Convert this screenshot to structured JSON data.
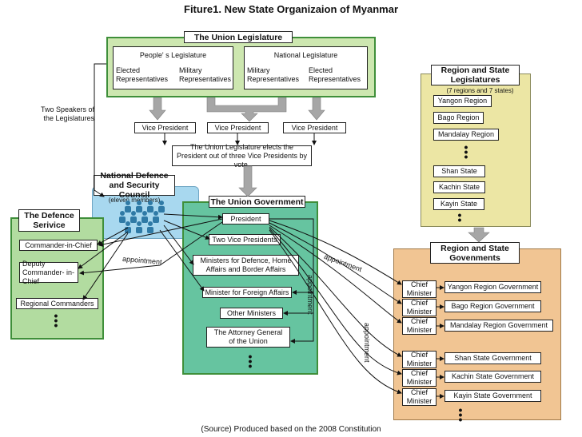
{
  "title": "Fiture1. New State Organizaion of Myanmar",
  "source": "(Source) Produced based on the 2008 Constitution",
  "union_legislature": {
    "title": "The Union Legislature",
    "peoples": {
      "title": "People' s Legislature",
      "elected": "Elected Representatives",
      "military": "Military Representatives"
    },
    "national": {
      "title": "National Legislature",
      "military": "Military Representatives",
      "elected": "Elected Representatives"
    }
  },
  "speakers_label": "Two Speakers of the Legislatures",
  "vice_presidents": [
    "Vice President",
    "Vice President",
    "Vice President"
  ],
  "election_note": "The Union Legislature elects the President out of three Vice Presidents by vote.",
  "ndsc": {
    "title": "National Defence and Security Counsil",
    "subtitle": "(eleven members)"
  },
  "defence": {
    "title": "The Defence Serivice",
    "items": [
      "Commander-in-Chief",
      "Deputy Commander- in-Chief",
      "Regional Commanders"
    ]
  },
  "union_government": {
    "title": "The Union Government",
    "items": [
      "President",
      "Two Vice Presidents",
      "Ministers for Defence, Home Affairs and Border Affairs",
      "Minister for Foreign Affairs",
      "Other Ministers",
      "The Attorney General of the Union"
    ]
  },
  "region_legislatures": {
    "title": "Region and State Legislatures",
    "subtitle": "(7 regions and 7 states)",
    "items": [
      "Yangon Region",
      "Bago Region",
      "Mandalay Region",
      "Shan State",
      "Kachin State",
      "Kayin State"
    ]
  },
  "region_governments": {
    "title": "Region and State Govenments",
    "chief_label": "Chief Minister",
    "items": [
      "Yangon Region Government",
      "Bago Region Government",
      "Mandalay Region Government",
      "Shan State Government",
      "Kachin State Government",
      "Kayin State Government"
    ]
  },
  "labels": {
    "appointment": "appointment"
  },
  "colors": {
    "green_light": "#cde7b0",
    "green_border": "#3f8f3a",
    "teal": "#66c4a0",
    "light_green": "#b2dca0",
    "blue": "#a8d8ef",
    "yellow": "#ece6a4",
    "orange": "#f1c593",
    "gray_arrow": "#a6a6a6"
  }
}
